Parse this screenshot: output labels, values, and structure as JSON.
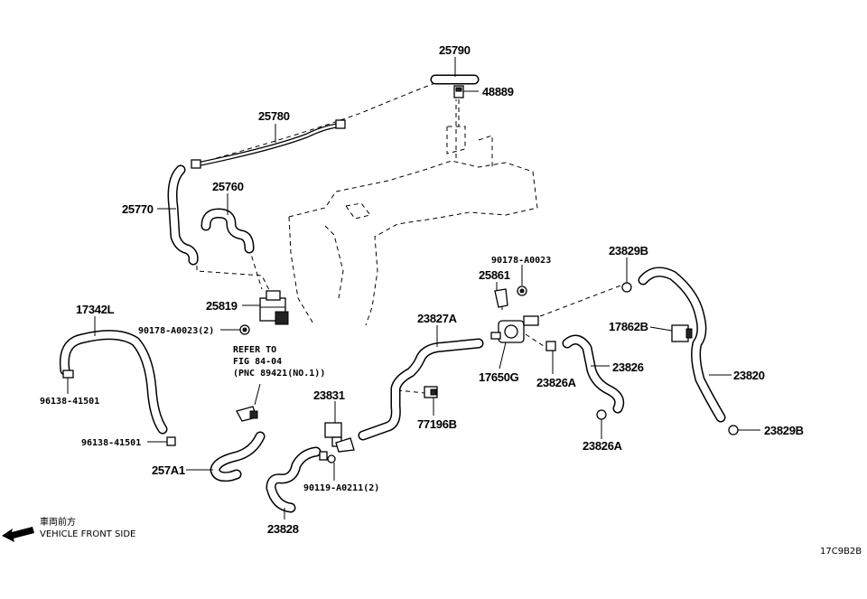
{
  "labels": {
    "p25790": "25790",
    "p48889": "48889",
    "p25780": "25780",
    "p25760": "25760",
    "p25770": "25770",
    "p25819": "25819",
    "p90178_a0023_2": "90178-A0023(2)",
    "p17342L": "17342L",
    "p96138_41501_top": "96138-41501",
    "p96138_41501_bottom": "96138-41501",
    "p257A1": "257A1",
    "refer_line1": "REFER TO",
    "refer_line2": "FIG 84-04",
    "refer_line3": "(PNC 89421(NO.1))",
    "p23831": "23831",
    "p90119_a0211_2": "90119-A0211(2)",
    "p23828": "23828",
    "p23827A": "23827A",
    "p77196B": "77196B",
    "p90178_a0023": "90178-A0023",
    "p25861": "25861",
    "p17650G": "17650G",
    "p23826A_top": "23826A",
    "p23826": "23826",
    "p23826A_bottom": "23826A",
    "p23829B_top": "23829B",
    "p17862B": "17862B",
    "p23820": "23820",
    "p23829B_bottom": "23829B"
  },
  "front_side": {
    "japanese": "車両前方",
    "english": "VEHICLE FRONT SIDE"
  },
  "figure_code": "17C9B2B"
}
